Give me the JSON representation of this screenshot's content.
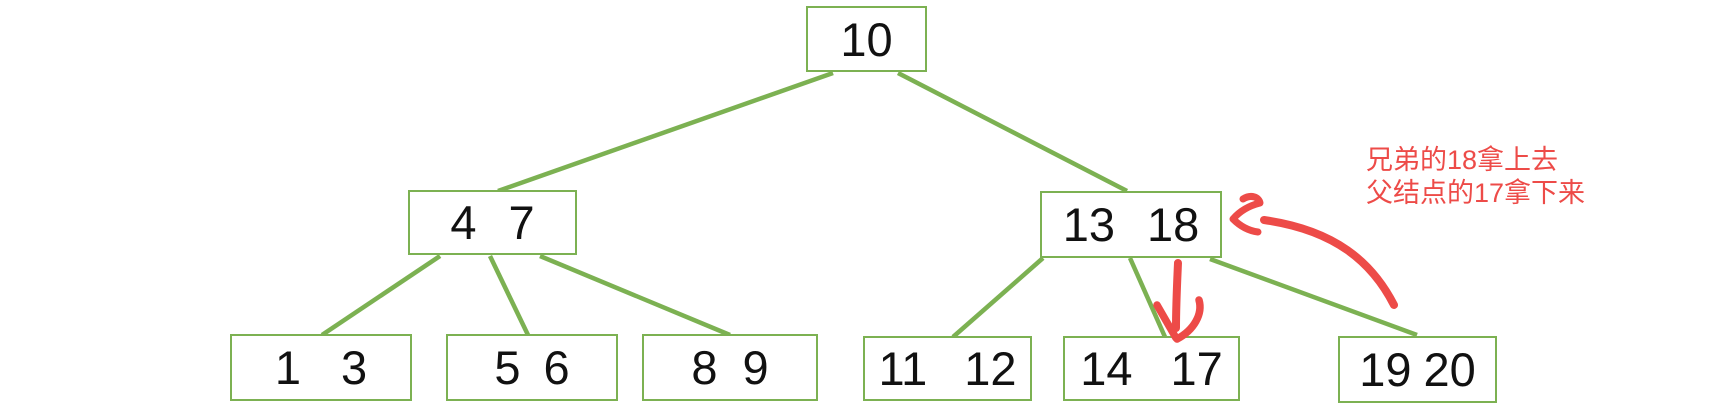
{
  "diagram_type": "b-tree",
  "colors": {
    "green": "#7CB152",
    "red": "#ED4B48",
    "ink": "#111111",
    "background": "#ffffff"
  },
  "tree": {
    "nodes": [
      {
        "id": "n10",
        "keys": [
          "10"
        ]
      },
      {
        "id": "n4-7",
        "keys": [
          "4",
          "7"
        ]
      },
      {
        "id": "n13-18",
        "keys": [
          "13",
          "18"
        ]
      },
      {
        "id": "n1-3",
        "keys": [
          "1",
          "3"
        ]
      },
      {
        "id": "n5-6",
        "keys": [
          "5",
          "6"
        ]
      },
      {
        "id": "n8-9",
        "keys": [
          "8",
          "9"
        ]
      },
      {
        "id": "n11-12",
        "keys": [
          "11",
          "12"
        ]
      },
      {
        "id": "n14-17",
        "keys": [
          "14",
          "17"
        ]
      },
      {
        "id": "n19-20",
        "keys": [
          "19",
          "20"
        ]
      }
    ],
    "edges": [
      {
        "from": "n10",
        "to": "n4-7"
      },
      {
        "from": "n10",
        "to": "n13-18"
      },
      {
        "from": "n4-7",
        "to": "n1-3"
      },
      {
        "from": "n4-7",
        "to": "n5-6"
      },
      {
        "from": "n4-7",
        "to": "n8-9"
      },
      {
        "from": "n13-18",
        "to": "n11-12"
      },
      {
        "from": "n13-18",
        "to": "n14-17"
      },
      {
        "from": "n13-18",
        "to": "n19-20"
      }
    ]
  },
  "annotation": {
    "lines": [
      "兄弟的18拿上去",
      "父结点的17拿下来"
    ],
    "arrows": [
      {
        "name": "down-arrow",
        "from": "n13-18",
        "to": "n14-17"
      },
      {
        "name": "curved-arrow",
        "from": "n19-20",
        "to": "n13-18"
      }
    ]
  }
}
